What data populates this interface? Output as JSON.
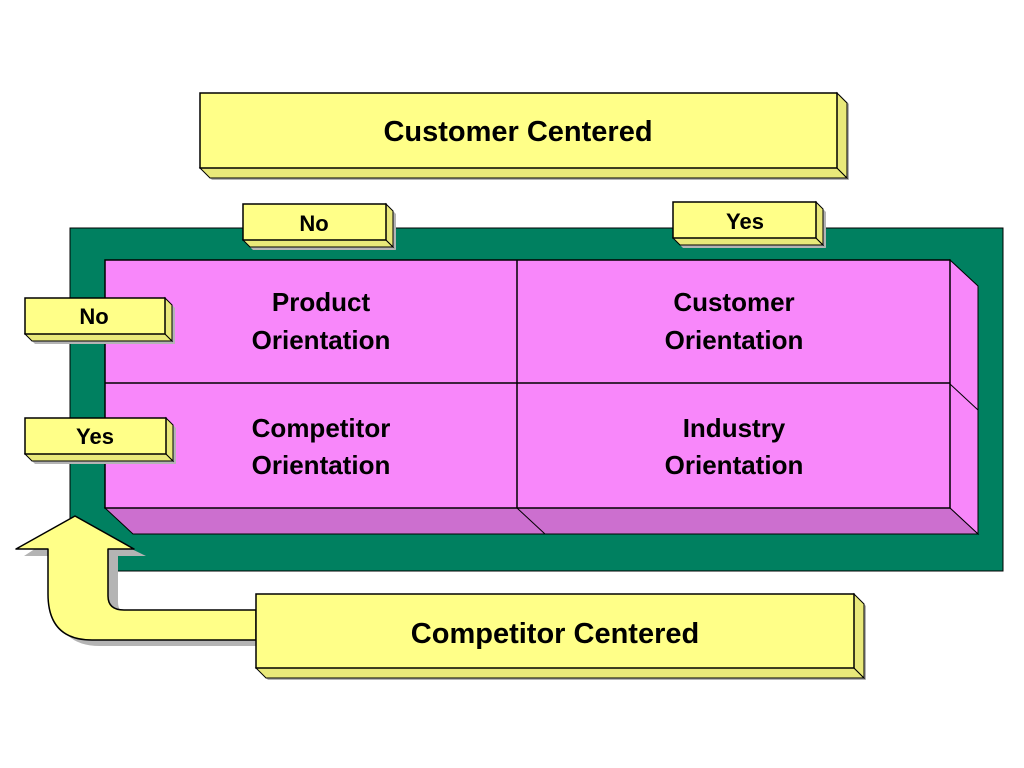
{
  "colors": {
    "frame": "#008060",
    "cell_face": "#f887fa",
    "cell_side": "#cc6fcf",
    "label_face": "#ffff88",
    "label_side": "#e9e97a",
    "shadow": "#b4b4b4",
    "outline": "#000000"
  },
  "top_label": {
    "title": "Customer Centered"
  },
  "bottom_label": {
    "title": "Competitor Centered"
  },
  "column_answers": {
    "left": "No",
    "right": "Yes"
  },
  "row_answers": {
    "top": "No",
    "bottom": "Yes"
  },
  "cells": {
    "top_left": {
      "line1": "Product",
      "line2": "Orientation"
    },
    "top_right": {
      "line1": "Customer",
      "line2": "Orientation"
    },
    "bottom_left": {
      "line1": "Competitor",
      "line2": "Orientation"
    },
    "bottom_right": {
      "line1": "Industry",
      "line2": "Orientation"
    }
  },
  "arrow": {
    "icon": "curved-up-arrow-icon"
  }
}
